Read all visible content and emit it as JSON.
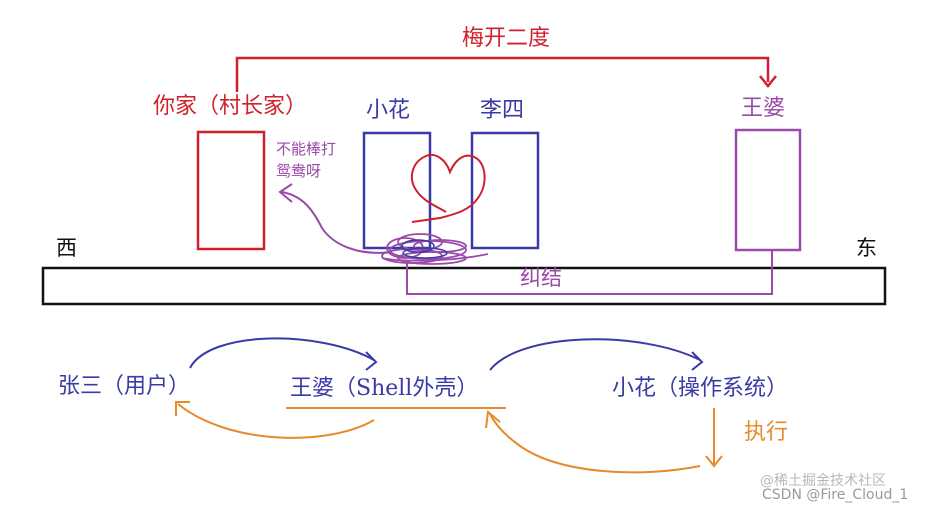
{
  "top_arrow": {
    "label": "梅开二度",
    "color": "#d0202b"
  },
  "houses": {
    "you": {
      "label": "你家（村长家）",
      "color": "#d0202b"
    },
    "xiaohua": {
      "label": "小花",
      "color": "#3a3aa8"
    },
    "lisi": {
      "label": "李四",
      "color": "#3a3aa8"
    },
    "wangpo": {
      "label": "王婆",
      "color": "#9a4aa8"
    }
  },
  "notes": {
    "cannot_break_line1": "不能棒打",
    "cannot_break_line2": "鸳鸯呀",
    "entangle": "纠结"
  },
  "directions": {
    "west": "西",
    "east": "东"
  },
  "flow": {
    "zhangsan": "张三（用户）",
    "wangpo_shell": "王婆（Shell外壳）",
    "xiaohua_os": "小花（操作系统）",
    "execute": "执行",
    "request_color": "#3a3aa8",
    "response_color": "#e8892c"
  },
  "watermark": {
    "line1": "@稀土掘金技术社区",
    "line2": "CSDN @Fire_Cloud_1"
  }
}
